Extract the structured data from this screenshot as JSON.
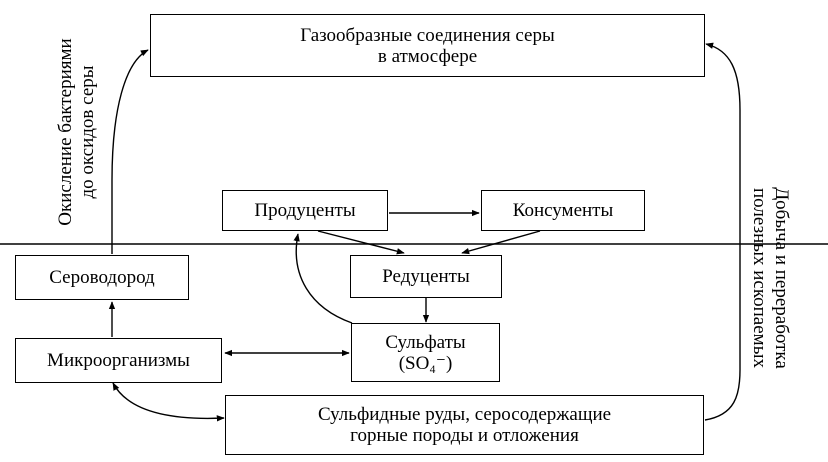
{
  "nodes": {
    "atmosphere": {
      "line1": "Газообразные соединения серы",
      "line2": "в атмосфере"
    },
    "producers": "Продуценты",
    "consumers": "Консументы",
    "hydrogen_sulfide": "Сероводород",
    "decomposers": "Редуценты",
    "microorganisms": "Микроорганизмы",
    "sulfates": {
      "line1": "Сульфаты",
      "line2": "(SO₄⁻)"
    },
    "ores": {
      "line1": "Сульфидные руды, серосодержащие",
      "line2": "горные породы и отложения"
    }
  },
  "edge_labels": {
    "bacterial_oxidation": {
      "line1": "Окисление бактериями",
      "line2": "до оксидов серы"
    },
    "mining": {
      "line1": "Добыча и переработка",
      "line2": "полезных ископаемых"
    }
  }
}
